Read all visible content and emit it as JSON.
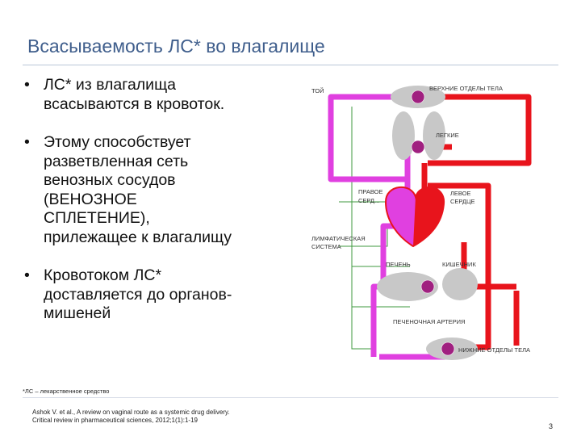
{
  "slide": {
    "title": "Всасываемость ЛС* во влагалище",
    "bullets": [
      {
        "marker": "•",
        "lines": [
          "ЛС* из влагалища",
          "всасываются в кровоток."
        ]
      },
      {
        "marker": "•",
        "lines": [
          "Этому способствует",
          "разветвленная сеть",
          "венозных сосудов",
          "(ВЕНОЗНОЕ",
          "СПЛЕТЕНИЕ),",
          "прилежащее к влагалищу"
        ]
      },
      {
        "marker": "•",
        "lines": [
          "Кровотоком ЛС*",
          "доставляется до органов-",
          "мишеней"
        ]
      }
    ],
    "footnote": "*ЛС – лекарственное средство",
    "citation_lines": [
      "Ashok V. et al., A review on vaginal route as a systemic drug delivery.",
      "Critical review in pharmaceutical sciences, 2012;1(1):1-19"
    ],
    "page_number": "3"
  },
  "figure": {
    "labels": {
      "upper_body": "ВЕРХНИЕ ОТДЕЛЫ ТЕЛА",
      "top_left_fragment": "ТОЙ",
      "lungs": "ЛЕГКИЕ",
      "right_heart": [
        "ПРАВОЕ",
        "СЕРД..."
      ],
      "left_heart": [
        "ЛЕВОЕ",
        "СЕРДЦЕ"
      ],
      "lymph": [
        "ЛИМФАТИЧЕСКАЯ",
        "СИСТЕМА"
      ],
      "liver": "ПЕЧЕНЬ",
      "intestine": "КИШЕЧНИК",
      "hepatic_artery": "ПЕЧЕНОЧНАЯ АРТЕРИЯ",
      "lower_body": "НИЖНИЕ ОТДЕЛЫ ТЕЛА"
    },
    "colors": {
      "artery": "#e8141c",
      "vein": "#e040e0",
      "lymph": "#3f9a3f",
      "organ": "#c8c8c8",
      "title": "#3f5e8c"
    }
  }
}
